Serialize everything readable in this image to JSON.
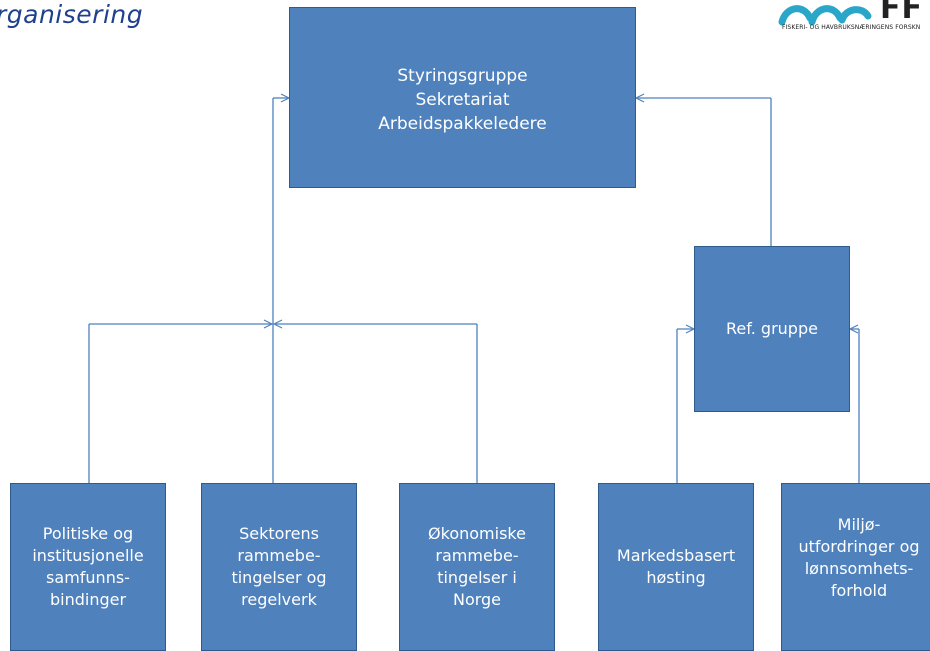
{
  "page": {
    "title": "rganisering"
  },
  "logo": {
    "letters": "FF",
    "caption": "FISKERI- OG HAVBRUKSNÆRINGENS FORSKN"
  },
  "boxes": {
    "top": [
      "Styringsgruppe",
      "Sekretariat",
      "Arbeidspakkeledere"
    ],
    "ref": [
      "Ref. gruppe"
    ],
    "b1": [
      "Politiske og",
      "institusjonelle",
      "samfunns-",
      "bindinger"
    ],
    "b2": [
      "Sektorens",
      "rammebe-",
      "tingelser og",
      "regelverk"
    ],
    "b3": [
      "Økonomiske",
      "rammebe-",
      "tingelser i",
      "Norge"
    ],
    "b4": [
      "Markedsbasert",
      "høsting"
    ],
    "b5": [
      "Miljø-",
      "utfordringer og",
      "lønnsomhets-",
      "forhold"
    ]
  },
  "colors": {
    "box_fill": "#4f81bd",
    "box_border": "#2e5a8c",
    "connector": "#4f81bd",
    "title": "#1f3f8f",
    "logo": "#2aa6c9"
  }
}
